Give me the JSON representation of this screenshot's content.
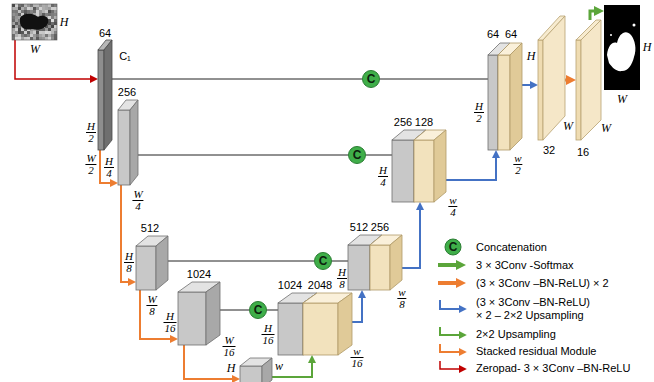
{
  "diagram": {
    "nodes": [
      {
        "text": [
          "H",
          "W"
        ]
      },
      {
        "text": [
          "64",
          "C₁",
          "H 2",
          "W 2"
        ]
      },
      {
        "text": [
          "256",
          "H 4",
          "W 4"
        ]
      },
      {
        "text": [
          "512",
          "H 8",
          "W 8"
        ]
      },
      {
        "text": [
          "1024",
          "H 16",
          "W 16"
        ]
      },
      {
        "text": [
          "H",
          "w"
        ]
      },
      {
        "text": [
          "1024",
          "2048",
          "H 16",
          "w 16"
        ]
      },
      {
        "text": [
          "512",
          "256",
          "H 8",
          "w 8"
        ]
      },
      {
        "text": [
          "256",
          "128",
          "H 4",
          "w 4"
        ]
      },
      {
        "text": [
          "64",
          "64",
          "H 2",
          "w 2"
        ]
      },
      {
        "text": [
          "H",
          "32",
          "W"
        ]
      },
      {
        "text": [
          "16",
          "W"
        ]
      },
      {
        "text": [
          "H",
          "W"
        ]
      },
      {
        "text": [
          "C"
        ]
      },
      {
        "text": [
          "C"
        ]
      },
      {
        "text": [
          "C"
        ]
      },
      {
        "text": [
          "C"
        ]
      }
    ],
    "edges": [
      {
        "from": 0,
        "to": 1,
        "arrow": "to"
      },
      {
        "from": 1,
        "to": 2,
        "arrow": "to"
      },
      {
        "from": 2,
        "to": 3,
        "arrow": "to"
      },
      {
        "from": 3,
        "to": 4,
        "arrow": "to"
      },
      {
        "from": 4,
        "to": 5,
        "arrow": "to"
      },
      {
        "from": 5,
        "to": 6,
        "arrow": "to"
      },
      {
        "from": 6,
        "to": 7,
        "arrow": "to"
      },
      {
        "from": 7,
        "to": 8,
        "arrow": "to"
      },
      {
        "from": 8,
        "to": 9,
        "arrow": "to"
      },
      {
        "from": 9,
        "to": 10,
        "arrow": "to"
      },
      {
        "from": 10,
        "to": 11,
        "arrow": "to"
      },
      {
        "from": 11,
        "to": 12,
        "arrow": "to"
      },
      {
        "from": 1,
        "to": 13,
        "arrow": "none"
      },
      {
        "from": 13,
        "to": 9,
        "arrow": "none"
      },
      {
        "from": 2,
        "to": 14,
        "arrow": "none"
      },
      {
        "from": 14,
        "to": 8,
        "arrow": "none"
      },
      {
        "from": 3,
        "to": 15,
        "arrow": "none"
      },
      {
        "from": 15,
        "to": 7,
        "arrow": "none"
      },
      {
        "from": 4,
        "to": 16,
        "arrow": "none"
      },
      {
        "from": 16,
        "to": 6,
        "arrow": "none"
      }
    ],
    "labels": [
      "C"
    ],
    "legend": [
      {
        "text": "Concatenation"
      },
      {
        "text": "3 × 3Conv -Softmax"
      },
      {
        "text": "(3 × 3Conv –BN-ReLU) × 2"
      },
      {
        "text": "(3 × 3Conv –BN-ReLU) × 2 – 2×2 Upsampling"
      },
      {
        "text": "2×2 Upsampling"
      },
      {
        "text": "Stacked residual Module"
      },
      {
        "text": "Zeropad- 3 × 3Conv –BN-ReLU"
      }
    ]
  }
}
